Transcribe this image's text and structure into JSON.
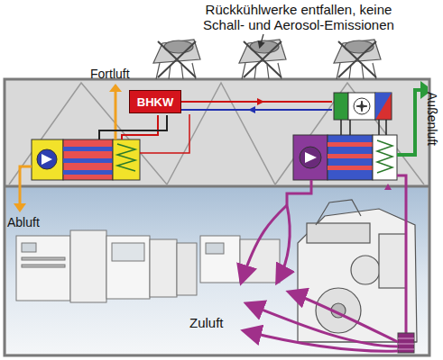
{
  "diagram": {
    "nodes": [
      {
        "text": [
          "BHKW"
        ]
      }
    ],
    "labels": [
      "Rückkühlwerke entfallen, keine Schall- und Aerosol-Emissionen",
      "Fortluft",
      "Außenluft",
      "Abluft",
      "Zuluft"
    ]
  }
}
